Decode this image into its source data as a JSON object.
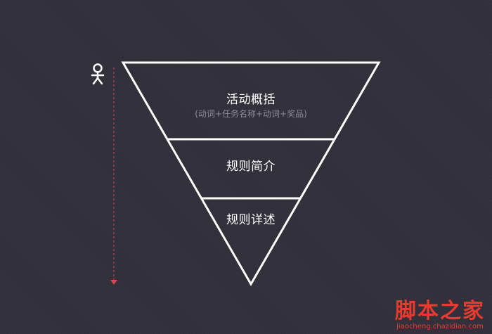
{
  "diagram": {
    "sections": [
      {
        "label": "活动概括",
        "sublabel": "(动词+任务名称+动词+奖品)"
      },
      {
        "label": "规则简介"
      },
      {
        "label": "规则详述"
      }
    ]
  },
  "watermark": {
    "title": "脚本之家",
    "url": "jiaocheng.chazidian.com"
  },
  "colors": {
    "background": "#312f3a",
    "line": "#ffffff",
    "arrow": "#d4474e",
    "watermark": "#e83a2e"
  },
  "icons": {
    "person": "person-icon"
  }
}
